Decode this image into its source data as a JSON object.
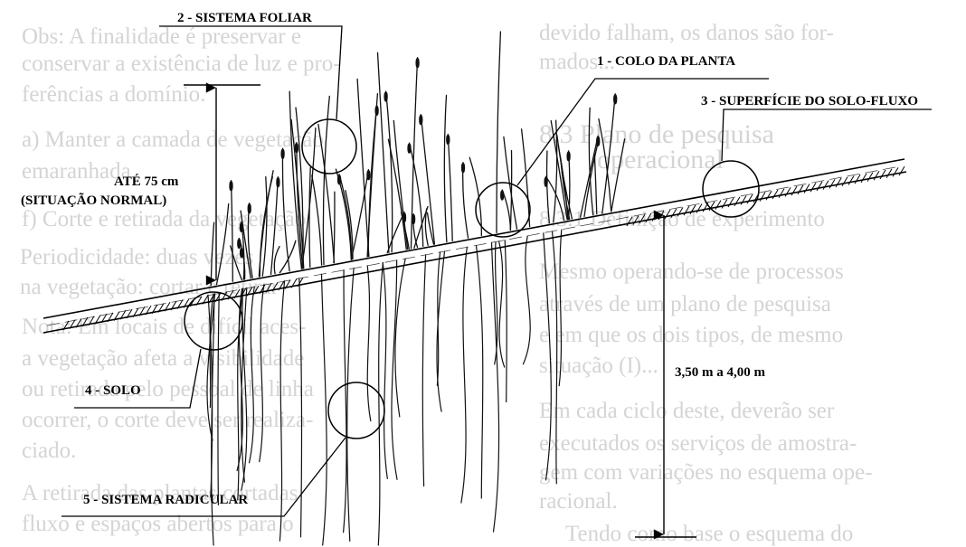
{
  "labels": {
    "foliar": "2 - SISTEMA FOLIAR",
    "colo": "1 - COLO DA PLANTA",
    "superficie": "3 - SUPERFÍCIE DO SOLO-FLUXO",
    "ate": "ATÉ 75 cm",
    "situacao": "(SITUAÇÃO NORMAL)",
    "solo": "4 - SOLO",
    "radicular": "5 - SISTEMA RADICULAR",
    "profundidade": "3,50 m a 4,00 m"
  },
  "background_text": {
    "left": [
      "Obs: A finalidade é preservar e",
      "conservar a existência de luz e pro-",
      "ferências a domínio.",
      "a) Manter a camada de vegetação",
      "emaranhada",
      "f) Corte e retirada da vegetação",
      "Periodicidade: duas vezes",
      "na vegetação: cortar e retirar",
      "Nota: Em locais de difícil aces-",
      "a vegetação afeta a visibilidade",
      "ou retirada pelo pessoal de linha",
      "ocorrer, o corte deve ser realiza-",
      "ciado.",
      "A retirada das plantas cortadas",
      "fluxo e espaços abertos para o"
    ],
    "right": [
      "devido falham, os danos são for-",
      "mados...",
      "8.3 Plano de pesquisa",
      "operacional",
      "8.3.1 Definição de experimento",
      "Mesmo operando-se de processos",
      "através de um plano de pesquisa",
      "e em que os dois tipos, de mesmo",
      "situação (I)...",
      "Em cada ciclo deste, deverão ser",
      "executados os serviços de amostra-",
      "gem com variações no esquema ope-",
      "racional.",
      "Tendo como base o esquema do"
    ]
  },
  "colors": {
    "ink": "#000000",
    "ghost_text": "#d4d4d4",
    "background": "#ffffff"
  }
}
